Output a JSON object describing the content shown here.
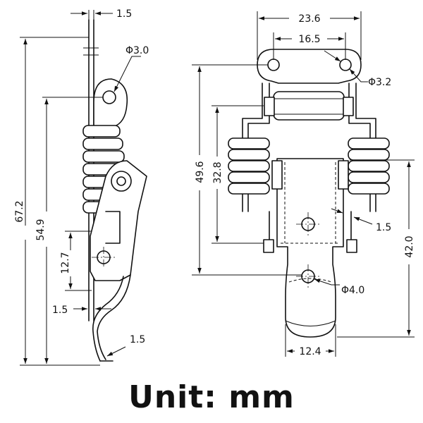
{
  "dimensions": {
    "side_thickness_top": "1.5",
    "side_hole_dia": "Φ3.0",
    "side_total_height": "67.2",
    "side_hole_to_bottom": "54.9",
    "side_hole_spacing": "12.7",
    "side_thickness_mid": "1.5",
    "side_hook_thickness": "1.5",
    "front_overall_width": "23.6",
    "front_hole_spacing": "16.5",
    "front_hole_dia": "Φ3.2",
    "front_height_outer": "49.6",
    "front_height_inner": "32.8",
    "front_plate_thickness": "1.5",
    "front_latch_height": "42.0",
    "front_pivot_dia": "Φ4.0",
    "front_bottom_width": "12.4"
  },
  "footer": {
    "unit_text": "Unit: mm"
  }
}
